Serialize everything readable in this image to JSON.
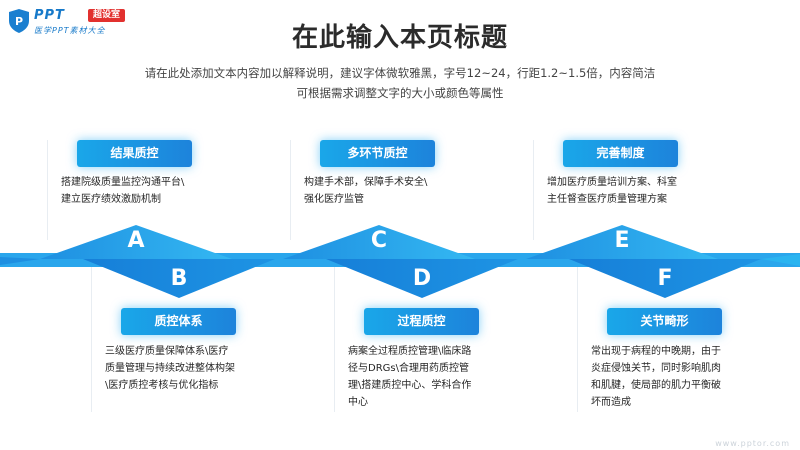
{
  "logo": {
    "brand": "PPT",
    "badge": "超设室",
    "subtitle": "医学PPT素材大全"
  },
  "title": "在此输入本页标题",
  "subtitle": [
    "请在此处添加文本内容加以解释说明，建议字体微软雅黑，字号12~24，行距1.2~1.5倍，内容简洁",
    "可根据需求调整文字的大小或颜色等属性"
  ],
  "items": [
    {
      "letter": "A",
      "title": "结果质控",
      "desc": [
        "搭建院级质量监控沟通平台\\",
        "建立医疗绩效激励机制"
      ]
    },
    {
      "letter": "B",
      "title": "质控体系",
      "desc": [
        "三级医疗质量保障体系\\医疗",
        "质量管理与持续改进整体构架",
        "\\医疗质控考核与优化指标"
      ]
    },
    {
      "letter": "C",
      "title": "多环节质控",
      "desc": [
        "构建手术部，保障手术安全\\",
        "强化医疗监管"
      ]
    },
    {
      "letter": "D",
      "title": "过程质控",
      "desc": [
        "病案全过程质控管理\\临床路",
        "径与DRGs\\合理用药质控管",
        "理\\搭建质控中心、学科合作",
        "中心"
      ]
    },
    {
      "letter": "E",
      "title": "完善制度",
      "desc": [
        "增加医疗质量培训方案、科室",
        "主任督查医疗质量管理方案"
      ]
    },
    {
      "letter": "F",
      "title": "关节畸形",
      "desc": [
        "常出现于病程的中晚期，由于",
        "炎症侵蚀关节，同时影响肌肉",
        "和肌腱，使局部的肌力平衡破",
        "坏而造成"
      ]
    }
  ],
  "footer": {
    "url": "www.pptor.com"
  },
  "colors": {
    "accent": "#1d8fe0",
    "accent_light": "#2ab4f0",
    "title": "#2b2b2b"
  }
}
